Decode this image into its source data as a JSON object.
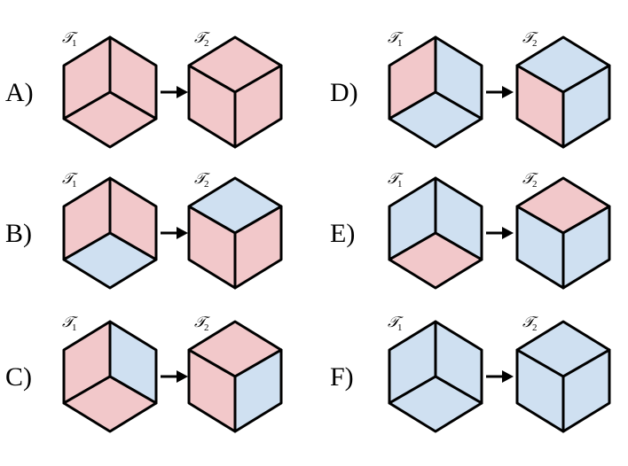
{
  "colors": {
    "pink": "#f2c8ca",
    "blue": "#cfe0f1",
    "stroke": "#000000"
  },
  "panels": [
    {
      "label": "A)",
      "before": {
        "label": "𝒯",
        "sub": "1",
        "view": "inner-corner",
        "faces": {
          "left": "pink",
          "right": "pink",
          "bottom": "pink"
        }
      },
      "after": {
        "label": "𝒯",
        "sub": "2",
        "view": "outer-corner",
        "faces": {
          "top": "pink",
          "left": "pink",
          "right": "pink"
        }
      }
    },
    {
      "label": "B)",
      "before": {
        "label": "𝒯",
        "sub": "1",
        "view": "inner-corner",
        "faces": {
          "left": "pink",
          "right": "pink",
          "bottom": "blue"
        }
      },
      "after": {
        "label": "𝒯",
        "sub": "2",
        "view": "outer-corner",
        "faces": {
          "top": "blue",
          "left": "pink",
          "right": "pink"
        }
      }
    },
    {
      "label": "C)",
      "before": {
        "label": "𝒯",
        "sub": "1",
        "view": "inner-corner",
        "faces": {
          "left": "pink",
          "right": "blue",
          "bottom": "pink"
        }
      },
      "after": {
        "label": "𝒯",
        "sub": "2",
        "view": "outer-corner",
        "faces": {
          "top": "pink",
          "left": "pink",
          "right": "blue"
        }
      }
    },
    {
      "label": "D)",
      "before": {
        "label": "𝒯",
        "sub": "1",
        "view": "inner-corner",
        "faces": {
          "left": "pink",
          "right": "blue",
          "bottom": "blue"
        }
      },
      "after": {
        "label": "𝒯",
        "sub": "2",
        "view": "outer-corner",
        "faces": {
          "top": "blue",
          "left": "pink",
          "right": "blue"
        }
      }
    },
    {
      "label": "E)",
      "before": {
        "label": "𝒯",
        "sub": "1",
        "view": "inner-corner",
        "faces": {
          "left": "blue",
          "right": "blue",
          "bottom": "pink"
        }
      },
      "after": {
        "label": "𝒯",
        "sub": "2",
        "view": "outer-corner",
        "faces": {
          "top": "pink",
          "left": "blue",
          "right": "blue"
        }
      }
    },
    {
      "label": "F)",
      "before": {
        "label": "𝒯",
        "sub": "1",
        "view": "inner-corner",
        "faces": {
          "left": "blue",
          "right": "blue",
          "bottom": "blue"
        }
      },
      "after": {
        "label": "𝒯",
        "sub": "2",
        "view": "outer-corner",
        "faces": {
          "top": "blue",
          "left": "blue",
          "right": "blue"
        }
      }
    }
  ]
}
